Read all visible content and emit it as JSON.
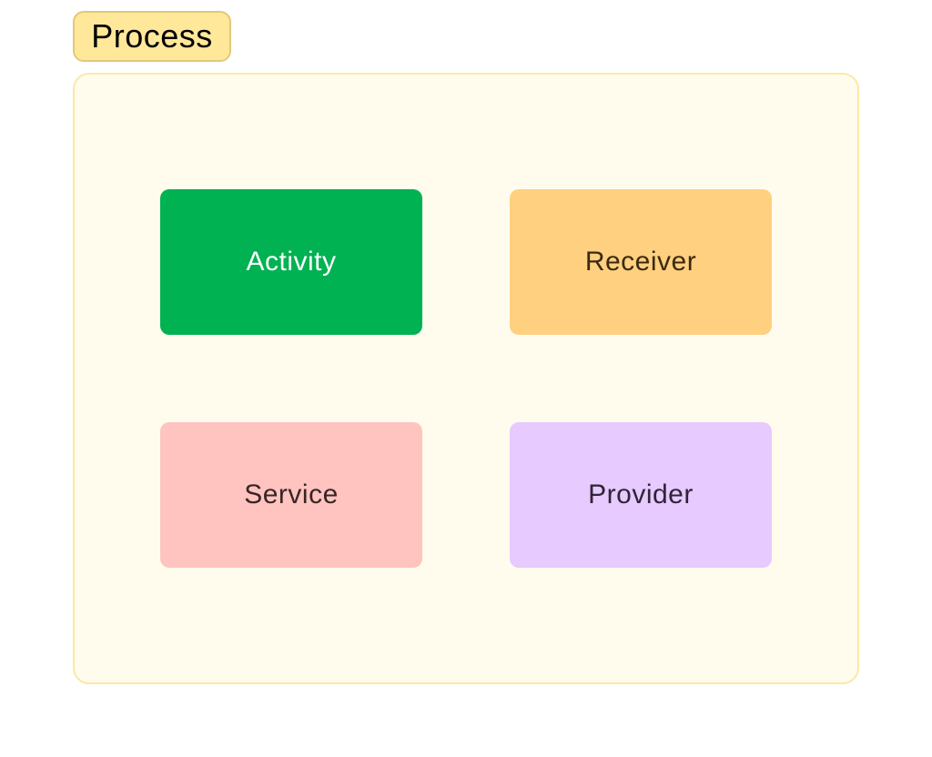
{
  "group": {
    "label": "Process",
    "label_bg": "#ffe89a",
    "label_border": "#e3c77a",
    "box_bg": "#fffcee",
    "box_border": "#fbe8a4"
  },
  "nodes": [
    {
      "label": "Activity",
      "bg": "#00b251",
      "fg": "#ffffff"
    },
    {
      "label": "Receiver",
      "bg": "#ffd07f",
      "fg": "#3a2a10"
    },
    {
      "label": "Service",
      "bg": "#ffc4c0",
      "fg": "#3a2525"
    },
    {
      "label": "Provider",
      "bg": "#e7caff",
      "fg": "#2e2538"
    }
  ]
}
